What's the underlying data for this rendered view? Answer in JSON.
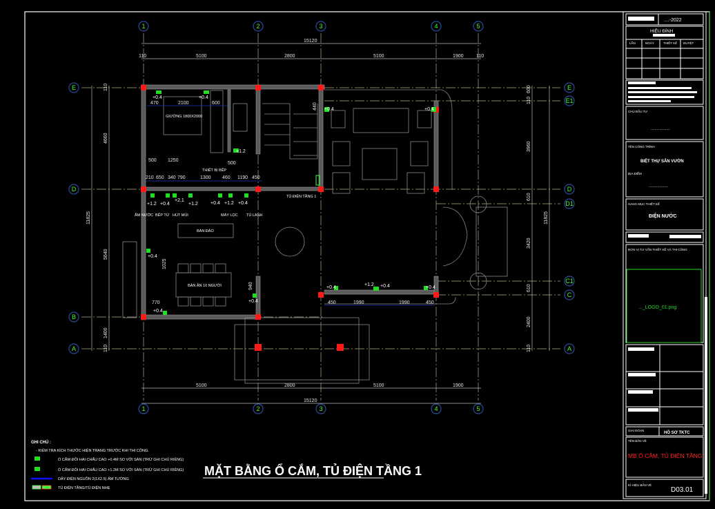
{
  "drawing": {
    "title": "MẶT BẰNG Ổ CẮM, TỦ ĐIỆN TẦNG 1",
    "grid_x": [
      "1",
      "2",
      "3",
      "4",
      "5"
    ],
    "grid_y_left": [
      "E",
      "D",
      "B",
      "A"
    ],
    "grid_y_right": [
      "E",
      "E1",
      "D",
      "D1",
      "C1",
      "C",
      "A"
    ],
    "dims_top": {
      "total": "15120",
      "segments": [
        "110",
        "5100",
        "2800",
        "5100",
        "1900",
        "110"
      ]
    },
    "dims_bottom": {
      "total": "15120",
      "segments": [
        "5100",
        "2800",
        "5100",
        "1900"
      ]
    },
    "dims_left": {
      "total": "11825",
      "segments": [
        "110",
        "4660",
        "5640",
        "1400",
        "110"
      ]
    },
    "dims_right": {
      "total": "11825",
      "segments": [
        "600",
        "110",
        "3960",
        "610",
        "3420",
        "610",
        "2400",
        "110"
      ]
    },
    "rooms": {
      "bed": "GIƯỜNG 1800X2000",
      "altar": "BÀN ĐẢO",
      "dining": "BÀN ĂN 10 NGƯỜI",
      "panel": "TỦ ĐIỆN TẦNG 1",
      "kitchen_label": "THIẾT BỊ BẾP",
      "wash": "ẤM NƯỚC",
      "stove": "BẾP TỪ",
      "hood": "HÚT MÙI",
      "dishwasher": "MÁY LỌC",
      "fridge": "TỦ LẠNH"
    },
    "inner_dims": [
      "470",
      "2100",
      "600",
      "500",
      "1250",
      "500",
      "210",
      "650",
      "340",
      "790",
      "1300",
      "460",
      "1190",
      "450",
      "1025",
      "940",
      "770",
      "450",
      "1990",
      "1990",
      "450",
      "440"
    ],
    "socket_heights": [
      "+0.4",
      "+1.2",
      "+2.1"
    ]
  },
  "notes": {
    "heading": "GHI CHÚ :",
    "items": [
      "- KIỂM TRA KÍCH THƯỚC HIỆN TRẠNG TRƯỚC KHI THI CÔNG.",
      "Ổ CẮM ĐÔI HAI CHẤU CAO +0.4M SO VỚI SÀN (TRỪ GHI CHÚ RIÊNG)",
      "Ổ CẮM ĐÔI HAI CHẤU CAO +1.2M SO VỚI SÀN (TRỪ GHI CHÚ RIÊNG)",
      "DÂY ĐIỆN NGUỒN 2(1X2.5) ÂM TƯỜNG",
      "TỦ ĐIỆN TẦNG/TỦ ĐIỆN NHẸ"
    ],
    "colors": {
      "socket": "#22dd22",
      "wire": "#1010ff",
      "panel": "#ff3030"
    }
  },
  "title_block": {
    "year": "....-2022",
    "revision": "HIỆU ĐÍNH",
    "rev_cols": [
      "LẦN",
      "NGÀY",
      "THIẾT KẾ",
      "DUYỆT"
    ],
    "owner_label": "CHỦ ĐẦU TƯ",
    "owner": "....................",
    "project_label": "TÊN CÔNG TRÌNH",
    "project": "BIỆT THỰ SÂN VƯỜN",
    "location_label": "ĐỊA ĐIỂM",
    "location": "....................",
    "category_label": "HẠNG MỤC THIẾT KẾ",
    "category": "ĐIỆN NƯỚC",
    "consultant_label": "ĐƠN VỊ TƯ VẤN THIẾT KẾ VÀ THI CÔNG",
    "logo": "..._LOGO_01.png",
    "stage_label": "GIAI ĐOẠN",
    "stage": "HỒ SƠ TKTC",
    "sheet_name_label": "TÊN BẢN VẼ",
    "sheet_name": "MB Ổ CẮM, TỦ ĐIỆN TẦNG 1",
    "sheet_no_label": "KÍ HIỆU BẢN VẼ",
    "sheet_no": "D03.01",
    "colors": {
      "frame": "#ffffff",
      "logo_box": "#22dd22",
      "sheet_name": "#ff2020"
    }
  }
}
